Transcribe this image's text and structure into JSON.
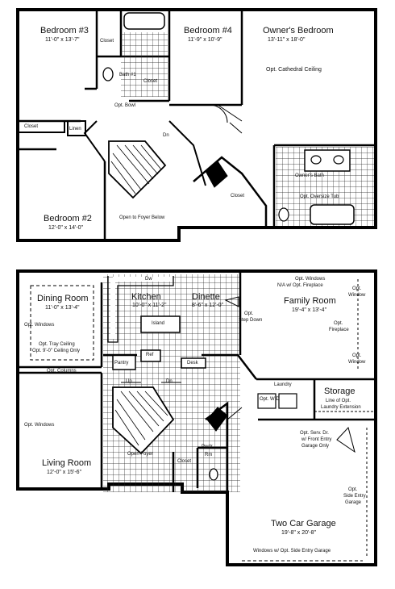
{
  "upper_floor": {
    "bedroom3": {
      "name": "Bedroom #3",
      "dims": "11'-0\" x 13'-7\""
    },
    "bedroom4": {
      "name": "Bedroom #4",
      "dims": "11'-9\" x 10'-9\""
    },
    "owners_bedroom": {
      "name": "Owner's Bedroom",
      "dims": "13'-11\" x 18'-0\"",
      "option": "Opt. Cathedral Ceiling"
    },
    "closet_a": "Closet",
    "bath1": "Bath #1",
    "closet_b": "Closet",
    "opt_bowl": "Opt. Bowl",
    "closet_hall": "Closet",
    "linen": "Linen",
    "dn": "Dn",
    "owners_bath": "Owner's Bath",
    "opt_oversize_tub": "Opt. Oversize Tub",
    "closet_owners": "Closet",
    "bedroom2": {
      "name": "Bedroom #2",
      "dims": "12'-0\" x 14'-0\""
    },
    "open_foyer_below": "Open to Foyer Below"
  },
  "main_floor": {
    "dining": {
      "name": "Dining Room",
      "dims": "11'-0\" x 13'-4\"",
      "opt_windows": "Opt. Windows",
      "opt_ceiling_1": "Opt. Tray Ceiling",
      "opt_ceiling_2": "Opt. 9'-0\" Ceiling Only"
    },
    "dw": "Dw",
    "kitchen": {
      "name": "Kitchen",
      "dims": "10'-0\" x 11'-2\""
    },
    "island": "Island",
    "dinette": {
      "name": "Dinette",
      "dims": "8'-6\" x 12'-0\""
    },
    "opt_step_down_1": "Opt.",
    "opt_step_down_2": "Step Down",
    "family": {
      "name": "Family Room",
      "dims": "19'-4\" x 13'-4\""
    },
    "opt_windows_top_1": "Opt. Windows",
    "opt_windows_top_2": "N/A w/ Opt. Fireplace",
    "opt_window_r1_1": "Opt.",
    "opt_window_r1_2": "Window",
    "opt_fireplace_1": "Opt.",
    "opt_fireplace_2": "Fireplace",
    "opt_window_r2_1": "Opt.",
    "opt_window_r2_2": "Window",
    "ref": "Ref",
    "desk": "Desk",
    "pantry": "Pantry",
    "opt_columns": "Opt. Columns",
    "up": "Up",
    "dn": "Dn",
    "laundry": "Laundry",
    "opt_w_d": "Opt. W   D",
    "storage": {
      "name": "Storage",
      "note_1": "Line of Opt.",
      "note_2": "Laundry Extension"
    },
    "living": {
      "name": "Living Room",
      "dims": "12'-0\" x 15'-6\"",
      "opt_windows": "Opt. Windows"
    },
    "open_foyer": "Open Foyer",
    "closet": "Closet",
    "pwdr": "Pwdr",
    "rm": "Rm",
    "garage_note_1": "Opt. Serv. Dr.",
    "garage_note_2": "w/ Front Entry",
    "garage_note_3": "Garage Only",
    "side_entry_1": "Opt.",
    "side_entry_2": "Side Entry",
    "side_entry_3": "Garage",
    "garage": {
      "name": "Two Car Garage",
      "dims": "19'-8\" x 20'-8\""
    },
    "garage_window_note": "Windows w/ Opt. Side Entry Garage"
  }
}
